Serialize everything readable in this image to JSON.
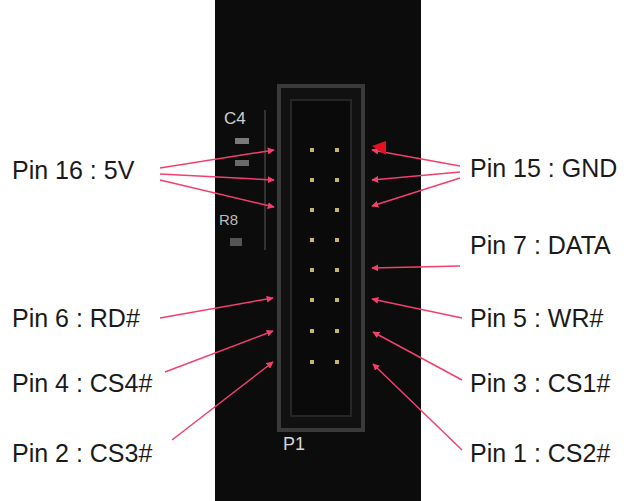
{
  "diagram": {
    "labels": [
      "C4",
      "Pin 16 : 5V",
      "Pin 15 : GND",
      "R8",
      "Pin 7 : DATA",
      "Pin 6 : RD#",
      "Pin 5 : WR#",
      "Pin 4 : CS4#",
      "Pin 3 : CS1#",
      "Pin 2 : CS3#",
      "Pin 1 : CS2#",
      "P1"
    ]
  }
}
